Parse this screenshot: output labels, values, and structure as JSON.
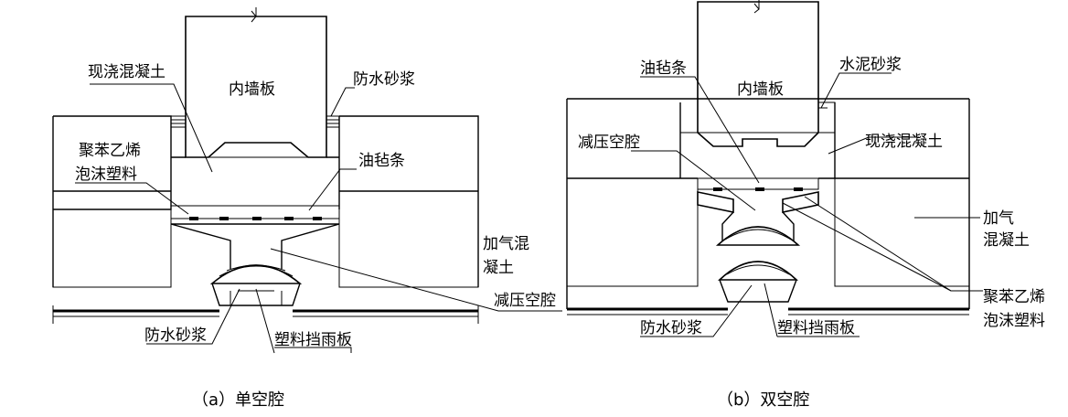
{
  "diagram_a": {
    "caption": "（a）单空腔",
    "labels": {
      "cast_concrete": "现浇混凝土",
      "inner_wall": "内墙板",
      "waterproof_mortar_top": "防水砂浆",
      "eps_line1": "聚苯乙烯",
      "eps_line2": "泡沫塑料",
      "felt_strip": "油毡条",
      "aerated_line1": "加气混",
      "aerated_line2": "凝土",
      "decompression_cavity": "减压空腔",
      "waterproof_mortar_bottom": "防水砂浆",
      "plastic_rain_baffle": "塑料挡雨板"
    }
  },
  "diagram_b": {
    "caption": "（b）双空腔",
    "labels": {
      "felt_strip": "油毡条",
      "cement_mortar": "水泥砂浆",
      "inner_wall": "内墙板",
      "decompression_cavity": "减压空腔",
      "cast_concrete": "现浇混凝土",
      "aerated_line1": "加气",
      "aerated_line2": "混凝土",
      "eps_line1": "聚苯乙烯",
      "eps_line2": "泡沫塑料",
      "waterproof_mortar": "防水砂浆",
      "plastic_rain_baffle": "塑料挡雨板"
    }
  }
}
